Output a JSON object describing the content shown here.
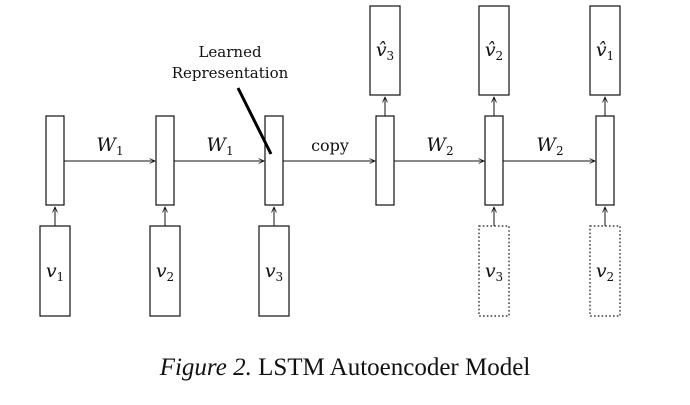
{
  "diagram": {
    "annotation": {
      "line1": "Learned",
      "line2": "Representation"
    },
    "edge_labels": {
      "enc_weight_1": "W",
      "enc_weight_1_sub": "1",
      "enc_weight_2": "W",
      "enc_weight_2_sub": "1",
      "copy": "copy",
      "dec_weight_1": "W",
      "dec_weight_1_sub": "2",
      "dec_weight_2": "W",
      "dec_weight_2_sub": "2"
    },
    "encoder_inputs": [
      {
        "symbol": "v",
        "sub": "1"
      },
      {
        "symbol": "v",
        "sub": "2"
      },
      {
        "symbol": "v",
        "sub": "3"
      }
    ],
    "decoder_inputs": [
      {
        "symbol": "v",
        "sub": "3"
      },
      {
        "symbol": "v",
        "sub": "2"
      }
    ],
    "decoder_outputs": [
      {
        "symbol": "v̂",
        "sub": "3"
      },
      {
        "symbol": "v̂",
        "sub": "2"
      },
      {
        "symbol": "v̂",
        "sub": "1"
      }
    ]
  },
  "caption": {
    "label": "Figure 2.",
    "text": "LSTM Autoencoder Model"
  }
}
